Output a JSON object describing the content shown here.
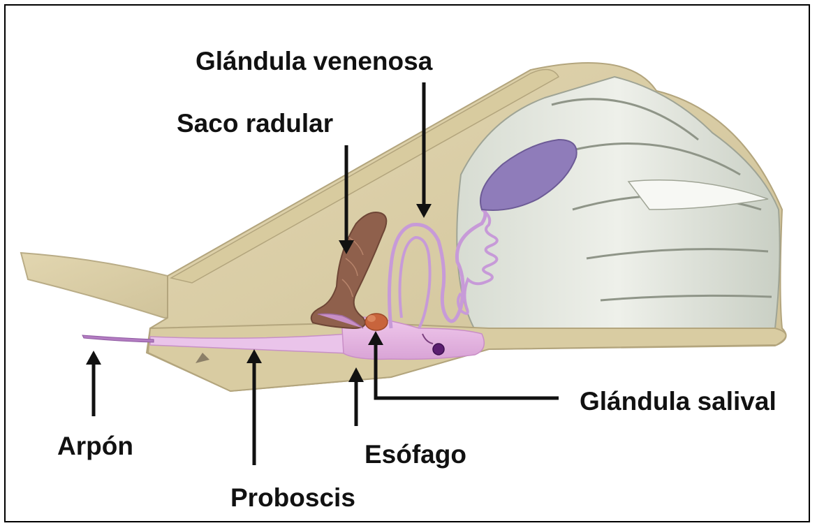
{
  "labels": {
    "venom_gland": "Glándula venenosa",
    "radular_sac": "Saco radular",
    "salivary_gland": "Glándula salival",
    "harpoon": "Arpón",
    "esophagus": "Esófago",
    "proboscis": "Proboscis"
  },
  "colors": {
    "shell": "#dcd0a8",
    "shell_inner": "#e9e3cc",
    "organs": "#d8a8dc",
    "radular_sac": "#8d5e4c",
    "venom_bulb": "#8d7ab8",
    "salivary": "#c8643c",
    "arrow": "#111111"
  }
}
